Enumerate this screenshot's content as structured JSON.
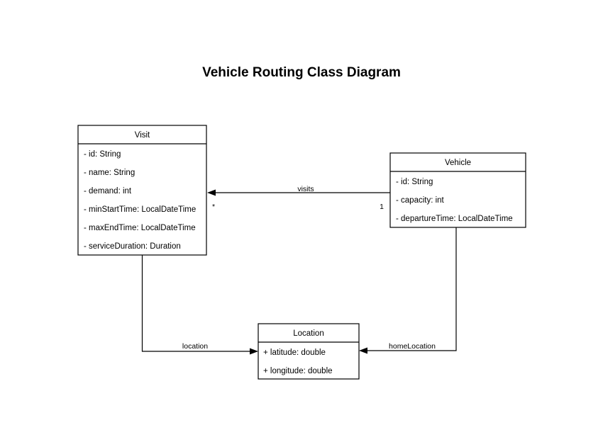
{
  "diagram": {
    "title": "Vehicle Routing Class Diagram",
    "type": "uml-class-diagram",
    "classes": [
      {
        "id": "visit",
        "name": "Visit",
        "attributes": [
          "- id: String",
          "- name: String",
          "- demand: int",
          "- minStartTime: LocalDateTime",
          "- maxEndTime: LocalDateTime",
          "- serviceDuration: Duration"
        ]
      },
      {
        "id": "vehicle",
        "name": "Vehicle",
        "attributes": [
          "- id: String",
          "- capacity: int",
          "- departureTime: LocalDateTime"
        ]
      },
      {
        "id": "location",
        "name": "Location",
        "attributes": [
          "+ latitude: double",
          "+ longitude: double"
        ]
      }
    ],
    "relationships": [
      {
        "id": "visits",
        "label": "visits",
        "source": "Vehicle",
        "target": "Visit",
        "source_multiplicity": "1",
        "target_multiplicity": "*"
      },
      {
        "id": "location",
        "label": "location",
        "source": "Visit",
        "target": "Location",
        "source_multiplicity": "",
        "target_multiplicity": ""
      },
      {
        "id": "home-location",
        "label": "homeLocation",
        "source": "Vehicle",
        "target": "Location",
        "source_multiplicity": "",
        "target_multiplicity": ""
      }
    ],
    "colors": {
      "background": "#ffffff",
      "stroke": "#000000",
      "box_fill": "#ffffff",
      "text": "#000000"
    }
  }
}
